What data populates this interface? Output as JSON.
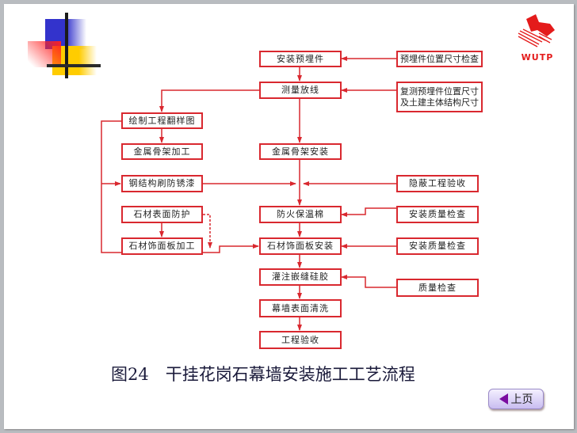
{
  "logo": {
    "text": "WUTP"
  },
  "flow": {
    "center": [
      "安装预埋件",
      "测量放线",
      "金属骨架安装",
      "防火保温棉",
      "石材饰面板安装",
      "灌注嵌缝硅胶",
      "幕墙表面清洗",
      "工程验收"
    ],
    "left": [
      "绘制工程翻样图",
      "金属骨架加工",
      "钢结构刷防锈漆",
      "石材表面防护",
      "石材饰面板加工"
    ],
    "right": [
      "预埋件位置尺寸检查",
      "复测预埋件位置尺寸\n及土建主体结构尺寸",
      "隐蔽工程验收",
      "安装质量检查",
      "安装质量检查",
      "质量检查"
    ]
  },
  "caption": "图24　干挂花岗石幕墙安装施工工艺流程",
  "nav": {
    "prev_label": "上页"
  },
  "colors": {
    "line": "#d9282f"
  }
}
